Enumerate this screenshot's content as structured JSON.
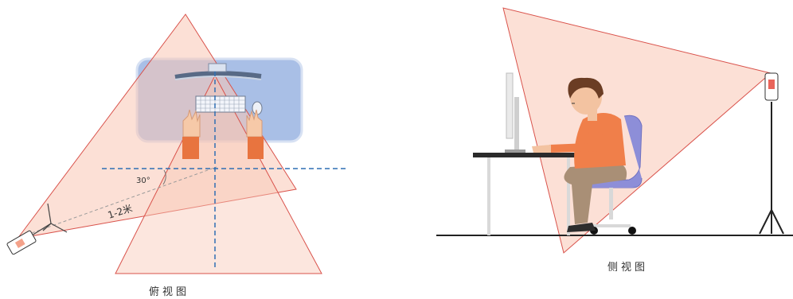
{
  "top_view": {
    "caption": "俯视图",
    "angle_label": "30°",
    "distance_label": "1-2米"
  },
  "side_view": {
    "caption": "侧视图"
  },
  "colors": {
    "cone_fill": "#f9c7b5",
    "cone_stroke": "#d9524b",
    "desk_panel": "#a9bfe6",
    "dashed_line": "#2f6fb3",
    "shirt": "#f07f4a",
    "pants": "#a98f76",
    "chair": "#8d8ed8",
    "hair": "#6b3d24",
    "skin": "#f3c3a1"
  },
  "icons": [
    "phone-icon",
    "tripod-icon",
    "keyboard-icon",
    "mouse-icon",
    "monitor-icon",
    "hand-icon",
    "chair-icon"
  ]
}
